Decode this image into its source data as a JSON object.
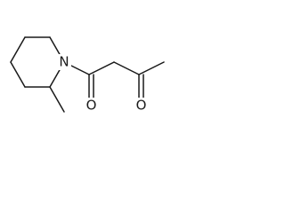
{
  "molecule": {
    "atoms": {
      "nitrogen": "N",
      "oxygen_amide": "O",
      "oxygen_ketone": "O"
    }
  },
  "colors": {
    "stroke": "#1a1a1a",
    "background": "#ffffff"
  }
}
